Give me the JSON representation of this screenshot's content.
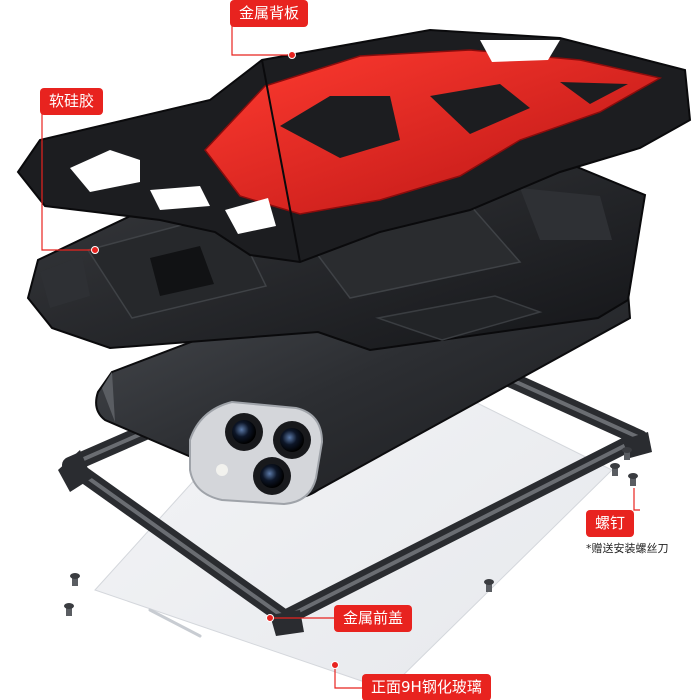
{
  "callouts": {
    "metal_back_plate": "金属背板",
    "soft_silicone": "软硅胶",
    "screws": "螺钉",
    "screwdriver_note": "*赠送安装螺丝刀",
    "metal_front_cover": "金属前盖",
    "tempered_glass": "正面9H钢化玻璃"
  },
  "colors": {
    "callout_red": "#e8231f",
    "armor_red": "#e41e1e",
    "armor_black": "#1e1f22",
    "phone_black": "#2a2c30"
  }
}
